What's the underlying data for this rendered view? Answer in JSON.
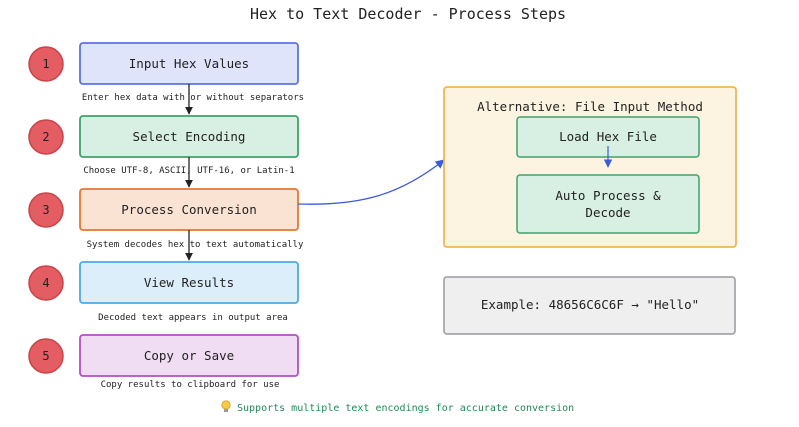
{
  "title": "Hex to Text Decoder - Process Steps",
  "steps": [
    {
      "number": "1",
      "label": "Input Hex Values",
      "caption": "Enter hex data with or without separators",
      "fill": "#dfe4fb",
      "stroke": "#5b72e6"
    },
    {
      "number": "2",
      "label": "Select Encoding",
      "caption": "Choose UTF-8, ASCII, UTF-16, or Latin-1",
      "fill": "#d8efe4",
      "stroke": "#3ea26b"
    },
    {
      "number": "3",
      "label": "Process Conversion",
      "caption": "System decodes hex to text automatically",
      "fill": "#fbe3d4",
      "stroke": "#e8762f"
    },
    {
      "number": "4",
      "label": "View Results",
      "caption": "Decoded text appears in output area",
      "fill": "#ddeefb",
      "stroke": "#4ea8e6"
    },
    {
      "number": "5",
      "label": "Copy or Save",
      "caption": "Copy results to clipboard for use",
      "fill": "#f0dcf3",
      "stroke": "#b34fc4"
    }
  ],
  "alternative": {
    "title": "Alternative: File Input Method",
    "load_label": "Load Hex File",
    "process_label_line1": "Auto Process &",
    "process_label_line2": "Decode"
  },
  "example": {
    "text": "Example: 48656C6C6F → \"Hello\""
  },
  "footer": {
    "icon": "lightbulb-icon",
    "text": "Supports multiple text encodings for accurate conversion"
  },
  "colors": {
    "badge_fill": "#e35d62",
    "badge_stroke": "#c94349",
    "alt_fill": "#fdf3e1",
    "alt_stroke": "#f0b656",
    "inner_fill": "#d8efe4",
    "inner_stroke": "#3ea26b",
    "example_fill": "#efeff0",
    "example_stroke": "#a6a8ad",
    "connector": "#3b5bdb",
    "arrow": "#222222"
  }
}
